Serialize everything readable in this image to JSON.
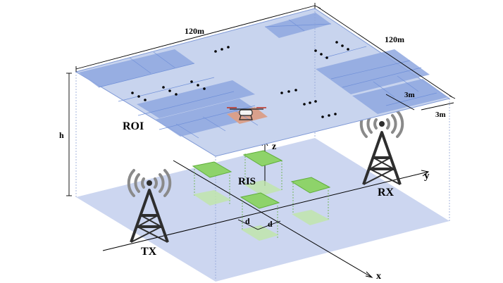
{
  "labels": {
    "width_top": "120m",
    "width_right": "120m",
    "cell_a": "3m",
    "cell_b": "3m",
    "height": "h",
    "roi": "ROI",
    "ris": "RIS",
    "tx": "TX",
    "rx": "RX",
    "axis_x": "x",
    "axis_y": "y",
    "axis_z": "z",
    "spacing_1": "d",
    "spacing_2": "d"
  },
  "colors": {
    "roi_plane": "#c8d4ee",
    "roi_cell": "#8fa8e0",
    "ground_plane": "#ccd6f0",
    "ris_panel": "#8ed36a",
    "uav_cell": "#d9a08c",
    "tower": "#2e2e2e",
    "signal_waves": "#8a8a8a"
  },
  "icons": {
    "uav": "drone-icon",
    "transmitter": "antenna-tower-icon",
    "receiver": "antenna-tower-icon"
  }
}
